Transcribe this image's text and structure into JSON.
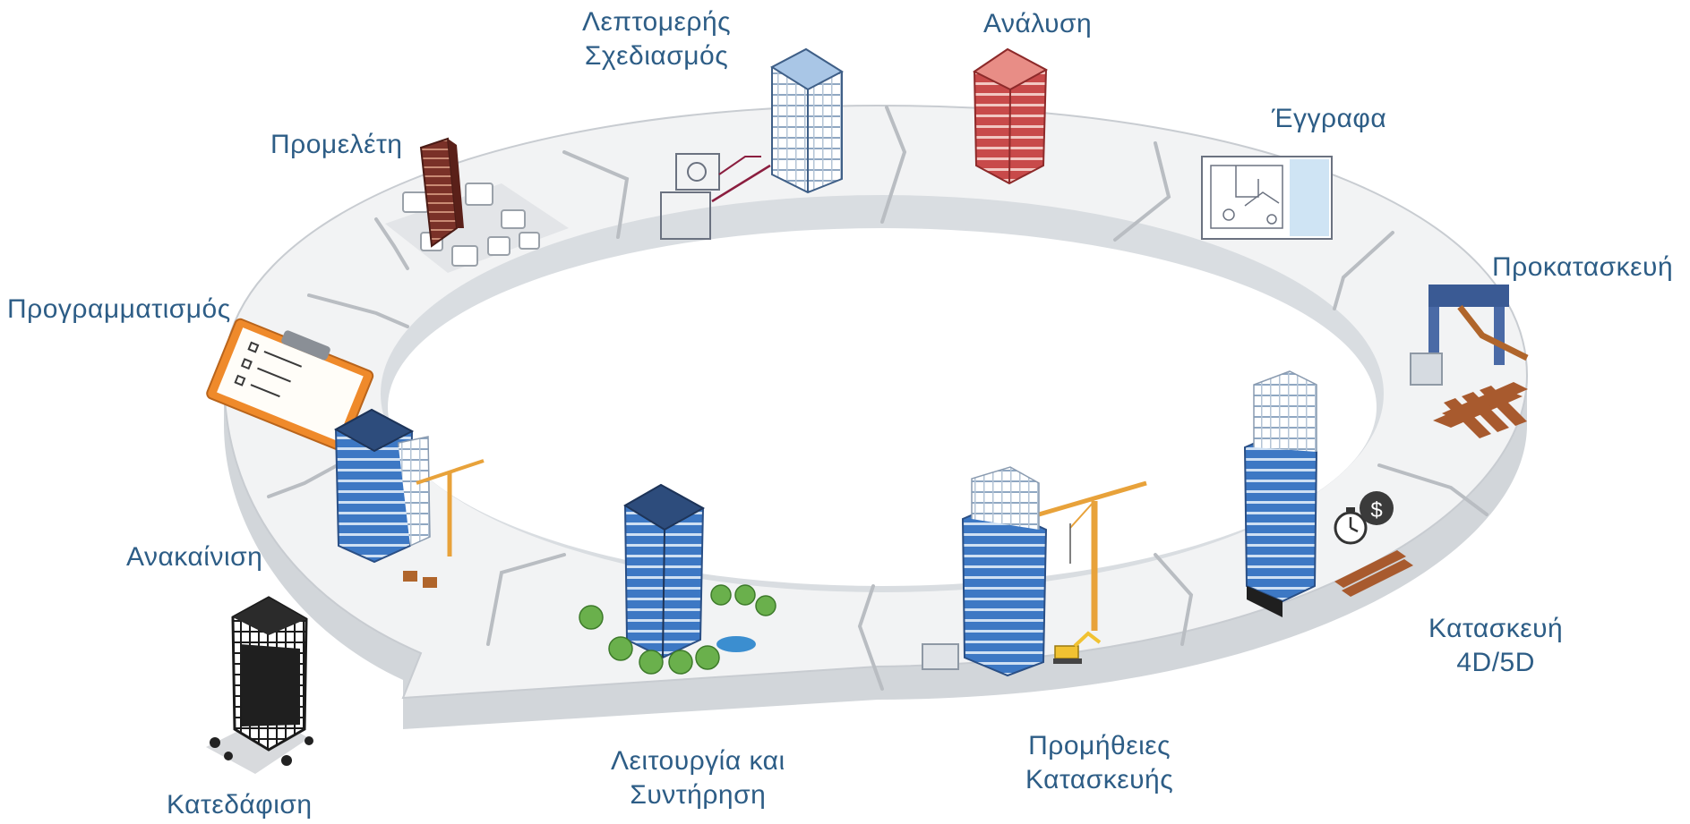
{
  "diagram": {
    "stages": [
      {
        "id": "programming",
        "lines": [
          "Προγραμματισμός"
        ]
      },
      {
        "id": "preliminary",
        "lines": [
          "Προμελέτη"
        ]
      },
      {
        "id": "detailed-design",
        "lines": [
          "Λεπτομερής",
          "Σχεδιασμός"
        ]
      },
      {
        "id": "analysis",
        "lines": [
          "Ανάλυση"
        ]
      },
      {
        "id": "documents",
        "lines": [
          "Έγγραφα"
        ]
      },
      {
        "id": "prefabrication",
        "lines": [
          "Προκατασκευή"
        ]
      },
      {
        "id": "construction-4d5d",
        "lines": [
          "Κατασκευή",
          "4D/5D"
        ]
      },
      {
        "id": "construction-procurement",
        "lines": [
          "Προμήθειες",
          "Κατασκευής"
        ]
      },
      {
        "id": "operation-maintenance",
        "lines": [
          "Λειτουργία και",
          "Συντήρηση"
        ]
      },
      {
        "id": "demolition",
        "lines": [
          "Κατεδάφιση"
        ]
      },
      {
        "id": "renovation",
        "lines": [
          "Ανακαίνιση"
        ]
      }
    ],
    "colors": {
      "label_text": "#2d5d86",
      "ring_top": "#f2f3f4",
      "ring_side": "#d2d6da",
      "seam": "#b9bdc2",
      "building_blue": "#3d78c4",
      "building_red": "#c84a4a",
      "building_brown": "#7a3128",
      "crane_orange": "#e8a23a",
      "clipboard_orange": "#ef8a2b"
    },
    "icons": [
      "clipboard-icon",
      "city-model-icon",
      "twisted-tower-icon",
      "blueprint-tower-icon",
      "red-analysis-tower-icon",
      "floor-plan-icon",
      "prefab-machine-icon",
      "timber-stack-icon",
      "construction-tower-icon",
      "stopwatch-icon",
      "dollar-icon",
      "crane-icon",
      "excavator-icon",
      "park-tower-icon",
      "renovation-tower-icon",
      "demolition-tower-icon"
    ]
  }
}
